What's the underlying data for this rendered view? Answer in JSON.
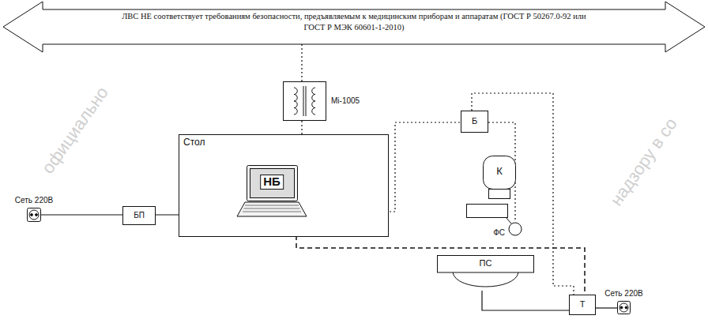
{
  "diagram": {
    "nodes": [
      {
        "text": [
          "ЛВС НЕ соответствует требованиям безопасности, предъявляемым к медицинским приборам и аппаратам (ГОСТ Р 50267.0-92 или ГОСТ Р МЭК 60601-1-2010)"
        ]
      },
      {
        "text": [
          "Mi-1005"
        ]
      },
      {
        "text": [
          "Стол"
        ]
      },
      {
        "text": [
          "Сеть 220В"
        ]
      },
      {
        "text": [
          "БП"
        ]
      },
      {
        "text": [
          "НБ"
        ],
        "in": 2
      },
      {
        "text": [
          "Б"
        ]
      },
      {
        "text": [
          "К"
        ]
      },
      {
        "text": [
          "ФС"
        ]
      },
      {
        "text": [
          "ПС"
        ]
      },
      {
        "text": [
          "Т"
        ]
      },
      {
        "text": [
          "Сеть 220В"
        ]
      }
    ],
    "edges": [
      {
        "from": 0,
        "to": 1,
        "arrow": "none"
      },
      {
        "from": 1,
        "to": 5,
        "arrow": "none"
      },
      {
        "from": 5,
        "to": 6,
        "arrow": "none"
      },
      {
        "from": 6,
        "to": 8,
        "arrow": "none"
      },
      {
        "from": 6,
        "to": 10,
        "arrow": "none"
      },
      {
        "from": 3,
        "to": 4,
        "arrow": "none"
      },
      {
        "from": 4,
        "to": 5,
        "arrow": "none"
      },
      {
        "from": 5,
        "to": 10,
        "arrow": "none"
      },
      {
        "from": 10,
        "to": 9,
        "arrow": "none"
      },
      {
        "from": 10,
        "to": 11,
        "arrow": "none"
      }
    ],
    "labels": [
      "официально",
      "надзору в со"
    ]
  }
}
